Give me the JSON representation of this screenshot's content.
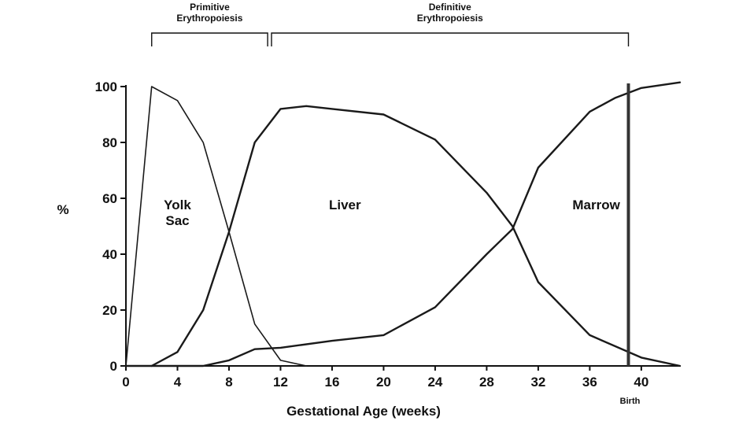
{
  "chart_data": {
    "type": "line",
    "xlabel": "Gestational Age (weeks)",
    "ylabel": "%",
    "xlim": [
      0,
      43
    ],
    "ylim": [
      0,
      100
    ],
    "x_ticks": [
      0,
      4,
      8,
      12,
      16,
      20,
      24,
      28,
      32,
      36,
      40
    ],
    "y_ticks": [
      0,
      20,
      40,
      60,
      80,
      100
    ],
    "grid": false,
    "series": [
      {
        "name": "Yolk Sac",
        "label_lines": [
          "Yolk",
          "Sac"
        ],
        "label_at": [
          4,
          56
        ],
        "style": "thin",
        "x": [
          0,
          2,
          4,
          6,
          8,
          10,
          12,
          14
        ],
        "y": [
          0,
          100,
          95,
          80,
          48,
          15,
          2,
          0
        ]
      },
      {
        "name": "Liver",
        "label_lines": [
          "Liver"
        ],
        "label_at": [
          17,
          56
        ],
        "style": "thick",
        "x": [
          2,
          4,
          6,
          8,
          10,
          12,
          14,
          16,
          20,
          24,
          28,
          30,
          32,
          36,
          40,
          43
        ],
        "y": [
          0,
          5,
          20,
          48,
          80,
          92,
          93,
          92,
          90,
          81,
          62,
          50,
          30,
          11,
          3,
          0
        ]
      },
      {
        "name": "Marrow",
        "label_lines": [
          "Marrow"
        ],
        "label_at": [
          36.5,
          56
        ],
        "style": "thick",
        "x": [
          0,
          6,
          8,
          10,
          12,
          16,
          20,
          24,
          28,
          30,
          32,
          36,
          38,
          40,
          43
        ],
        "y": [
          0,
          0,
          2,
          6,
          6.5,
          9,
          11,
          21,
          40,
          49,
          71,
          91,
          96,
          99.5,
          101.5
        ]
      }
    ],
    "annotations": {
      "birth": {
        "x": 39,
        "label": "Birth"
      },
      "brackets": [
        {
          "label_lines": [
            "Primitive",
            "Erythropoiesis"
          ],
          "x_start": 2,
          "x_end": 11
        },
        {
          "label_lines": [
            "Definitive",
            "Erythropoiesis"
          ],
          "x_start": 11.3,
          "x_end": 39
        }
      ]
    }
  }
}
